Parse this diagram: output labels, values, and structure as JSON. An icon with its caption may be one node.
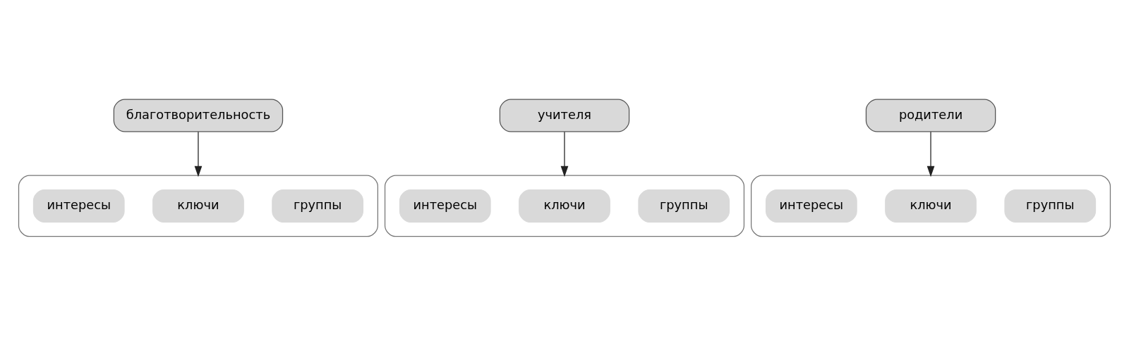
{
  "diagram": {
    "nodes": [
      {
        "text": [
          "благотворительность"
        ]
      },
      {
        "text": [
          "учителя"
        ]
      },
      {
        "text": [
          "родители"
        ]
      },
      {
        "text": [],
        "shape": "box"
      },
      {
        "text": [
          "интересы"
        ],
        "in": 3
      },
      {
        "text": [
          "ключи"
        ],
        "in": 3
      },
      {
        "text": [
          "группы"
        ],
        "in": 3
      },
      {
        "text": [],
        "shape": "box"
      },
      {
        "text": [
          "интересы"
        ],
        "in": 7
      },
      {
        "text": [
          "ключи"
        ],
        "in": 7
      },
      {
        "text": [
          "группы"
        ],
        "in": 7
      },
      {
        "text": [],
        "shape": "box"
      },
      {
        "text": [
          "интересы"
        ],
        "in": 11
      },
      {
        "text": [
          "ключи"
        ],
        "in": 11
      },
      {
        "text": [
          "группы"
        ],
        "in": 11
      }
    ],
    "edges": [
      {
        "from": 0,
        "to": 3,
        "arrow": "to"
      },
      {
        "from": 1,
        "to": 7,
        "arrow": "to"
      },
      {
        "from": 2,
        "to": 11,
        "arrow": "to"
      }
    ]
  }
}
